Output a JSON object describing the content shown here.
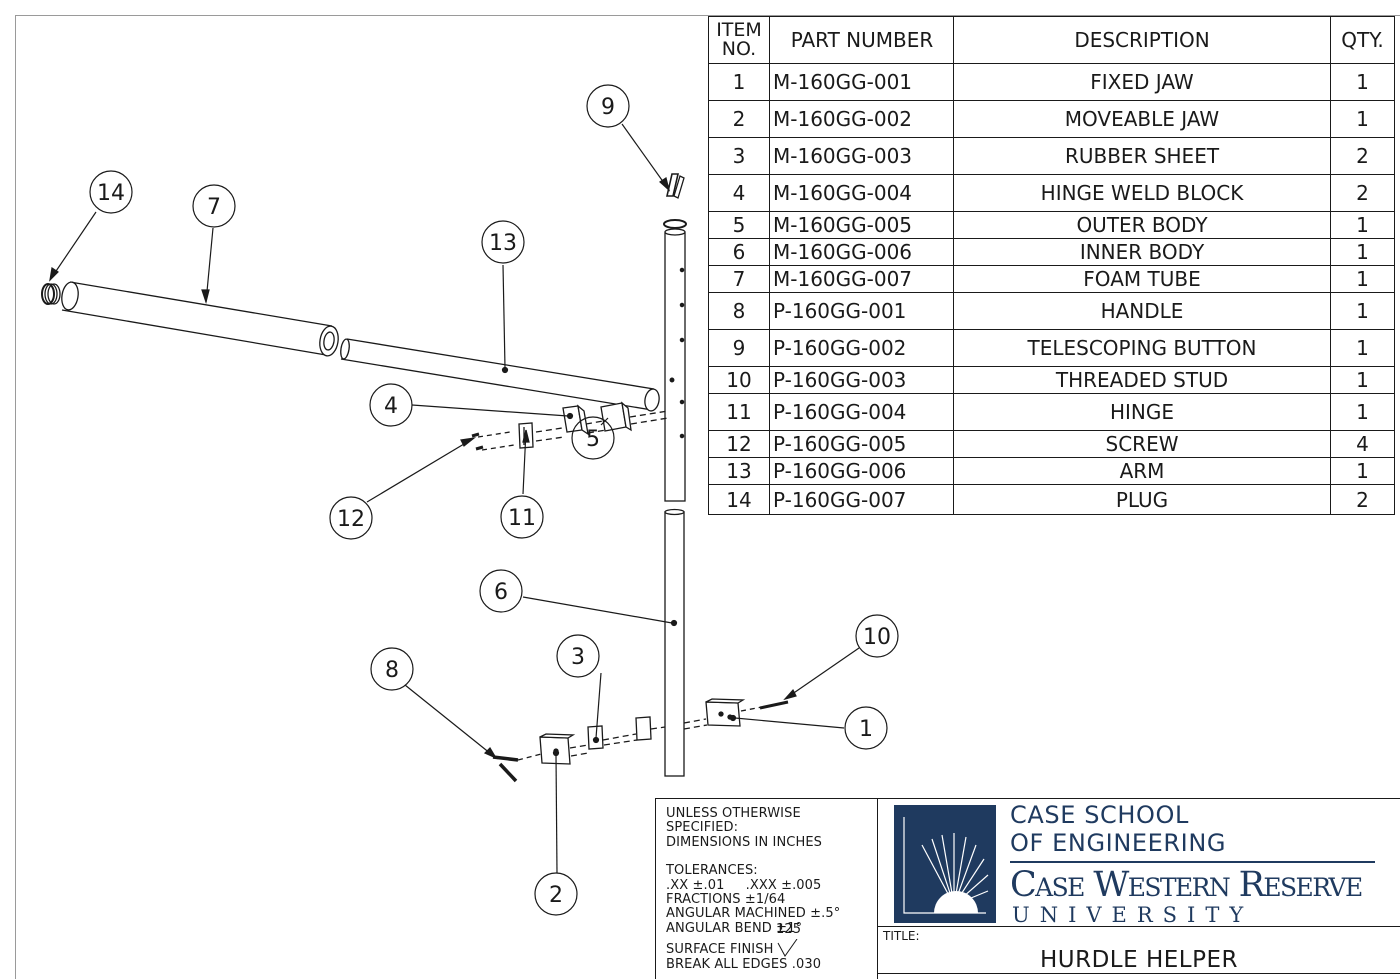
{
  "bom": {
    "headers": {
      "item": "ITEM NO.",
      "item_l1": "ITEM",
      "item_l2": "NO.",
      "part": "PART NUMBER",
      "desc": "DESCRIPTION",
      "qty": "QTY."
    },
    "rows": [
      {
        "item": "1",
        "part": "M-160GG-001",
        "desc": "FIXED JAW",
        "qty": "1"
      },
      {
        "item": "2",
        "part": "M-160GG-002",
        "desc": "MOVEABLE JAW",
        "qty": "1"
      },
      {
        "item": "3",
        "part": "M-160GG-003",
        "desc": "RUBBER SHEET",
        "qty": "2"
      },
      {
        "item": "4",
        "part": "M-160GG-004",
        "desc": "HINGE WELD BLOCK",
        "qty": "2"
      },
      {
        "item": "5",
        "part": "M-160GG-005",
        "desc": "OUTER BODY",
        "qty": "1"
      },
      {
        "item": "6",
        "part": "M-160GG-006",
        "desc": "INNER BODY",
        "qty": "1"
      },
      {
        "item": "7",
        "part": "M-160GG-007",
        "desc": "FOAM TUBE",
        "qty": "1"
      },
      {
        "item": "8",
        "part": "P-160GG-001",
        "desc": "HANDLE",
        "qty": "1"
      },
      {
        "item": "9",
        "part": "P-160GG-002",
        "desc": "TELESCOPING BUTTON",
        "qty": "1"
      },
      {
        "item": "10",
        "part": "P-160GG-003",
        "desc": "THREADED STUD",
        "qty": "1"
      },
      {
        "item": "11",
        "part": "P-160GG-004",
        "desc": "HINGE",
        "qty": "1"
      },
      {
        "item": "12",
        "part": "P-160GG-005",
        "desc": "SCREW",
        "qty": "4"
      },
      {
        "item": "13",
        "part": "P-160GG-006",
        "desc": "ARM",
        "qty": "1"
      },
      {
        "item": "14",
        "part": "P-160GG-007",
        "desc": "PLUG",
        "qty": "2"
      }
    ]
  },
  "callouts": [
    "1",
    "2",
    "3",
    "4",
    "5",
    "6",
    "7",
    "8",
    "9",
    "10",
    "11",
    "12",
    "13",
    "14"
  ],
  "title_block": {
    "tolerance_lines": {
      "l1": "UNLESS OTHERWISE SPECIFIED:",
      "l2": "DIMENSIONS IN INCHES",
      "l3": "TOLERANCES:",
      "l4": ".XX ±.01     .XXX ±.005",
      "l5": "FRACTIONS ±1/64",
      "l6": "ANGULAR MACHINED ±.5°",
      "l7": "ANGULAR BEND ±1°"
    },
    "surface_finish_value": "125",
    "surface_finish_label": "SURFACE FINISH",
    "break_edges": "BREAK ALL EDGES .030",
    "logo_line1": "CASE SCHOOL",
    "logo_line2": "OF ENGINEERING",
    "logo_university": "Case Western Reserve",
    "logo_university_sub": "UNIVERSITY",
    "title_label": "TITLE:",
    "title_value": "HURDLE HELPER",
    "brand_color": "#1f3a5f"
  }
}
